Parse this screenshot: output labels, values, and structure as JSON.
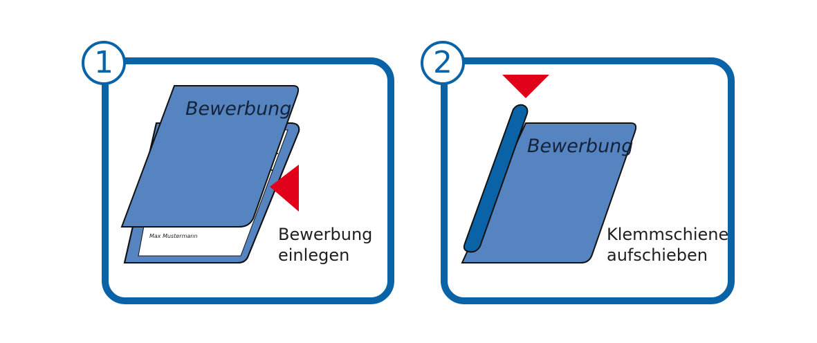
{
  "steps": [
    {
      "number": "1",
      "folder_title": "Bewerbung",
      "caption_line1": "Bewerbung",
      "caption_line2": "einlegen",
      "signature": "Max Mustermann"
    },
    {
      "number": "2",
      "folder_title": "Bewerbung",
      "caption_line1": "Klemmschiene",
      "caption_line2": "aufschieben"
    }
  ],
  "colors": {
    "frame": "#0a63a6",
    "folder": "#5584c0",
    "clip_rail": "#0a63a6",
    "arrow": "#e1001a"
  }
}
